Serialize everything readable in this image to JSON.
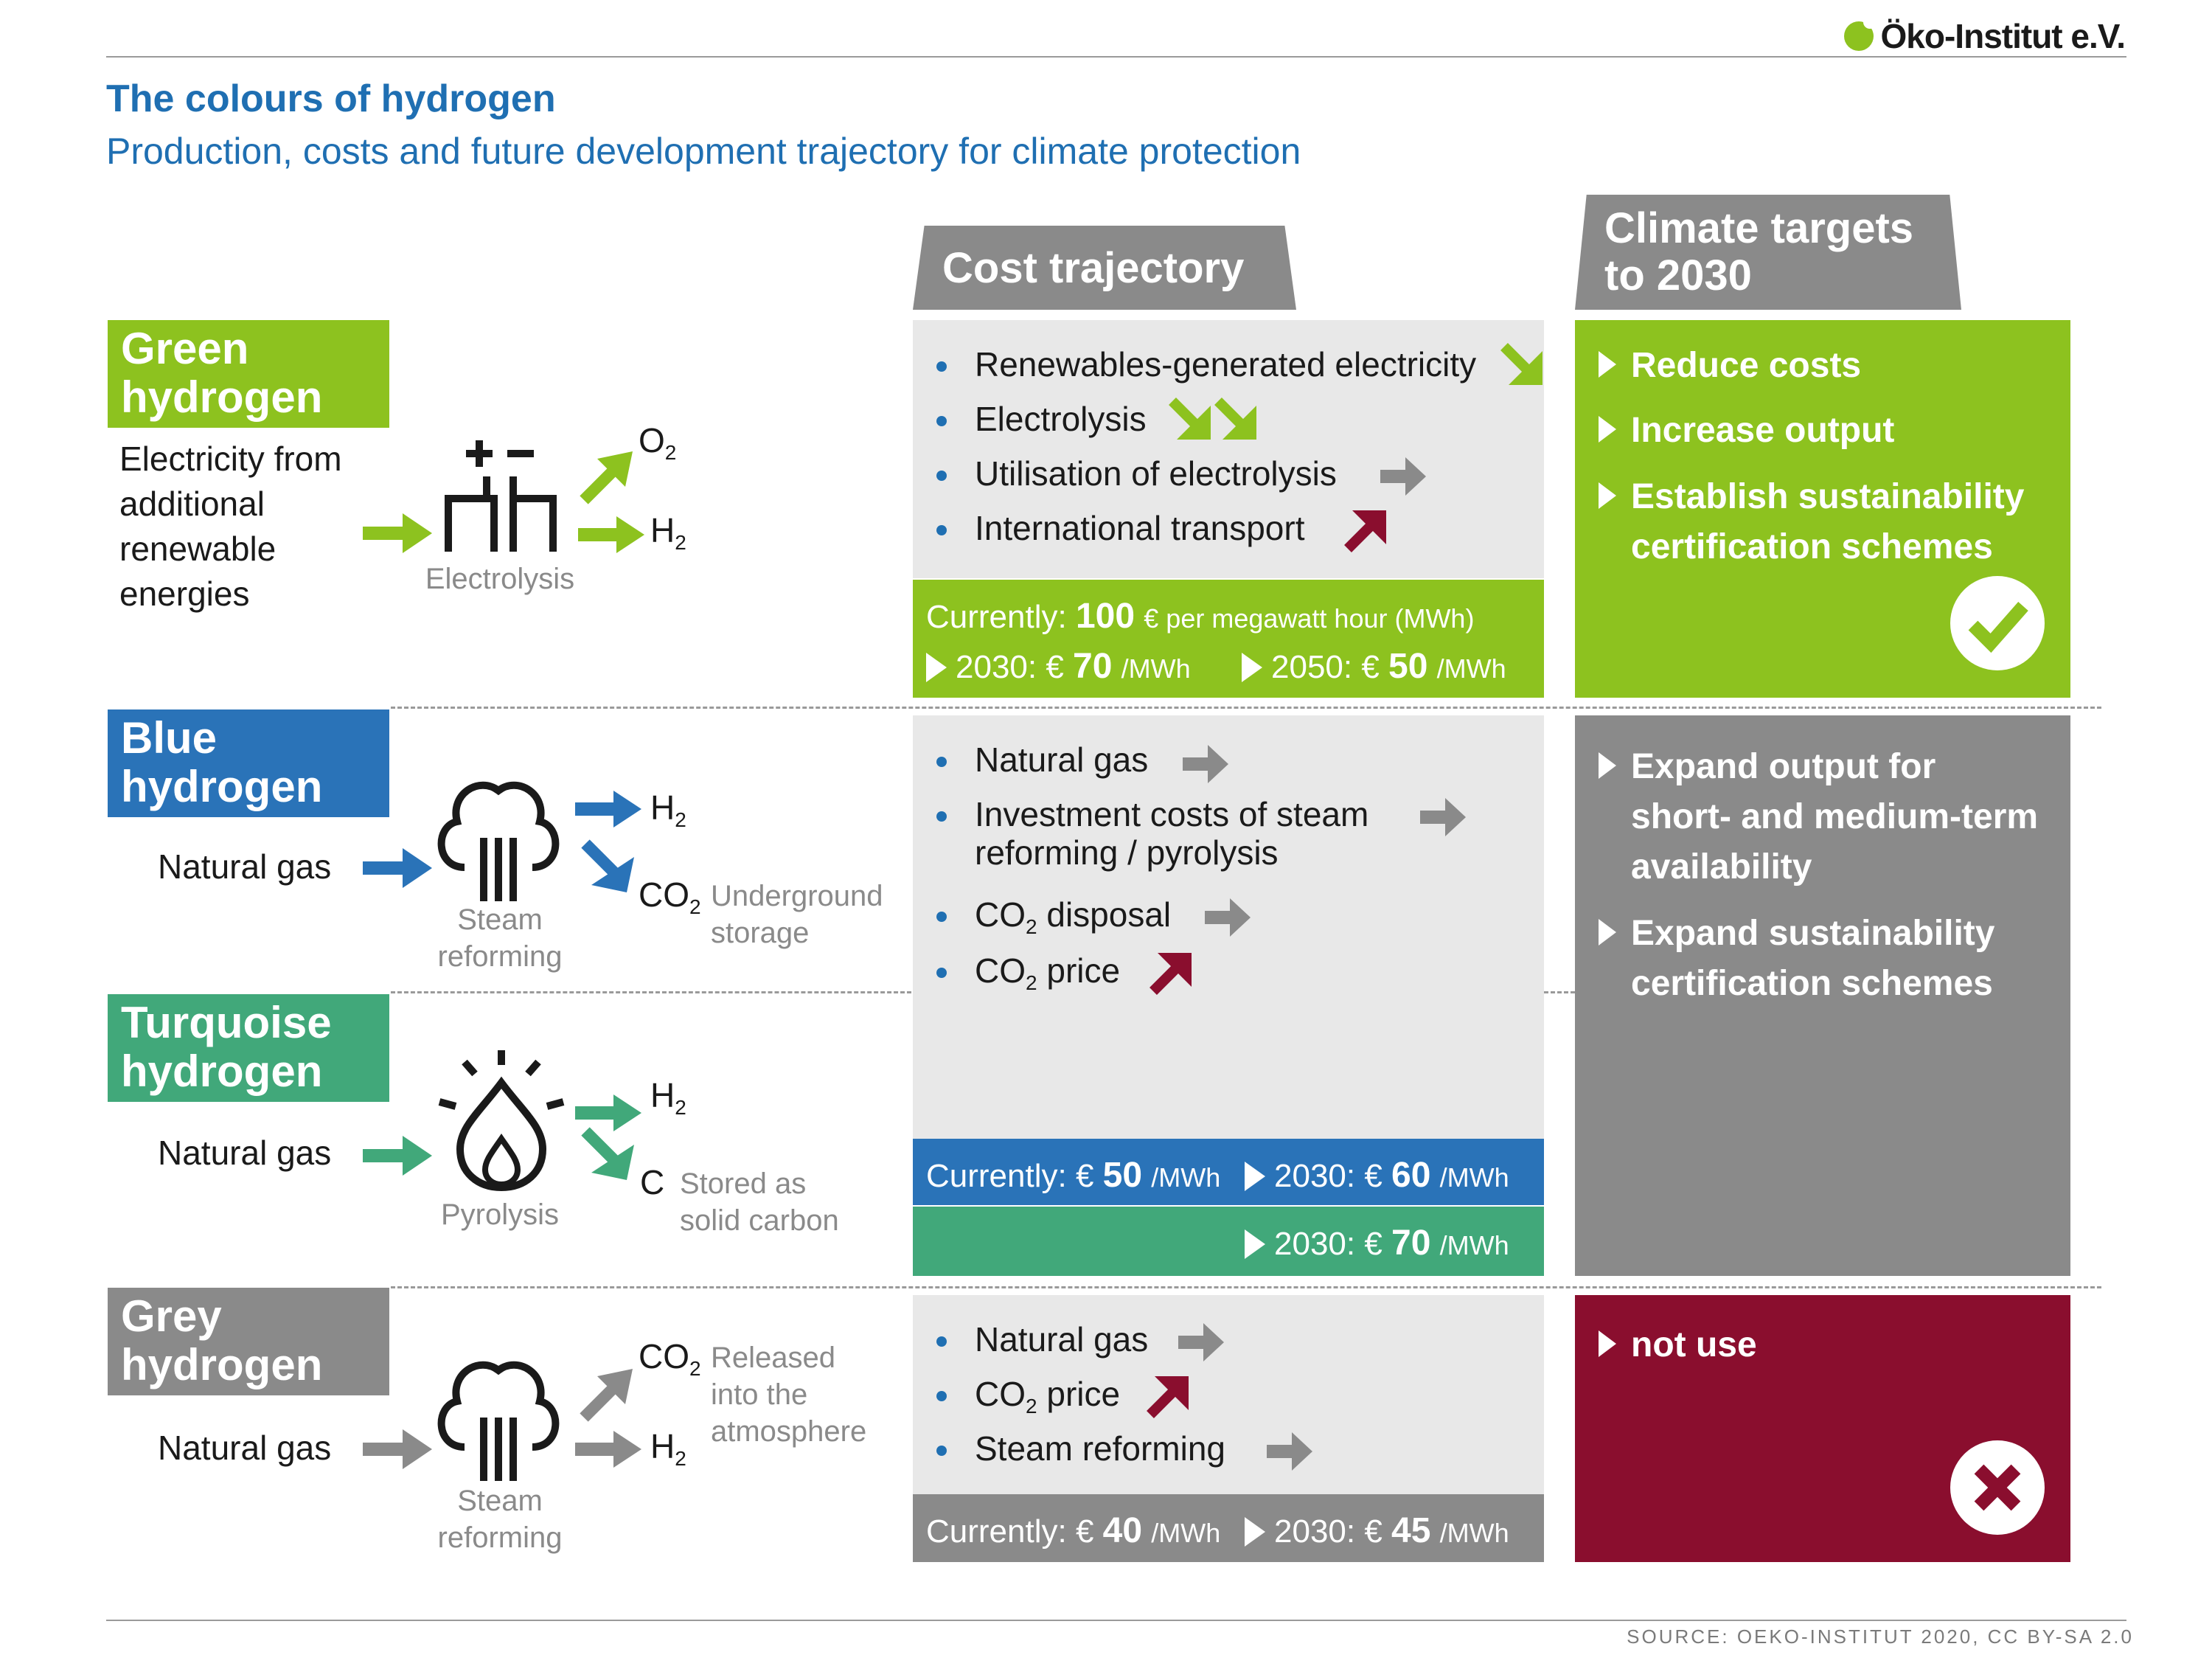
{
  "header": {
    "logo": "Öko-Institut e.V.",
    "title": "The colours of hydrogen",
    "subtitle": "Production, costs and future development trajectory for climate protection"
  },
  "columns": {
    "cost_header": "Cost trajectory",
    "climate_header_line1": "Climate targets",
    "climate_header_line2": "to 2030"
  },
  "rows": {
    "green": {
      "label1": "Green",
      "label2": "hydrogen",
      "color": "#8dc21f",
      "source_lines": [
        "Electricity from",
        "additional",
        "renewable",
        "energies"
      ],
      "process": "Electrolysis",
      "out1_base": "O",
      "out1_sub": "2",
      "out2_base": "H",
      "out2_sub": "2",
      "bullets": [
        "Renewables-generated electricity",
        "Electrolysis",
        "Utilisation of electrolysis",
        "International transport"
      ],
      "cost_current_prefix": "Currently:",
      "cost_current_value": "100",
      "cost_current_unit": "€ per megawatt hour (MWh)",
      "cost_2030_prefix": "2030: €",
      "cost_2030_value": "70",
      "cost_2030_unit": "/MWh",
      "cost_2050_prefix": "2050: €",
      "cost_2050_value": "50",
      "cost_2050_unit": "/MWh",
      "targets": [
        "Reduce costs",
        "Increase output",
        "Establish sustainability",
        "certification schemes"
      ]
    },
    "blue": {
      "label1": "Blue",
      "label2": "hydrogen",
      "color": "#2a73b8",
      "source": "Natural gas",
      "process1": "Steam",
      "process2": "reforming",
      "out1_base": "H",
      "out1_sub": "2",
      "out2_base": "CO",
      "out2_sub": "2",
      "note1": "Underground",
      "note2": "storage",
      "bullet1": "Natural gas",
      "bullet2a": "Investment costs of steam",
      "bullet2b": "reforming / pyrolysis",
      "bullet3_base": "CO",
      "bullet3_sub": "2",
      "bullet3_rest": " disposal",
      "bullet4_base": "CO",
      "bullet4_sub": "2",
      "bullet4_rest": " price",
      "cost_current_prefix": "Currently: €",
      "cost_current_value": "50",
      "cost_current_unit": "/MWh",
      "cost_2030_prefix": "2030: €",
      "cost_2030_value": "60",
      "cost_2030_unit": "/MWh",
      "targets": [
        "Expand output for",
        "short- and medium-term",
        "availability",
        "Expand sustainability",
        "certification schemes"
      ]
    },
    "turquoise": {
      "label1": "Turquoise",
      "label2": "hydrogen",
      "color": "#41a87a",
      "source": "Natural gas",
      "process": "Pyrolysis",
      "out1_base": "H",
      "out1_sub": "2",
      "out2": "C",
      "note1": "Stored as",
      "note2": "solid carbon",
      "cost_2030_prefix": "2030: €",
      "cost_2030_value": "70",
      "cost_2030_unit": "/MWh"
    },
    "grey": {
      "label1": "Grey",
      "label2": "hydrogen",
      "color": "#8a8a8a",
      "source": "Natural gas",
      "process1": "Steam",
      "process2": "reforming",
      "out1_base": "CO",
      "out1_sub": "2",
      "out2_base": "H",
      "out2_sub": "2",
      "note1": "Released",
      "note2": "into the",
      "note3": "atmosphere",
      "bullet1": "Natural gas",
      "bullet2_base": "CO",
      "bullet2_sub": "2",
      "bullet2_rest": " price",
      "bullet3": "Steam reforming",
      "cost_current_prefix": "Currently: €",
      "cost_current_value": "40",
      "cost_current_unit": "/MWh",
      "cost_2030_prefix": "2030: €",
      "cost_2030_value": "45",
      "cost_2030_unit": "/MWh",
      "target": "not use",
      "target_color": "#8a0e2e"
    }
  },
  "trend_colors": {
    "down": "#8dc21f",
    "flat": "#8a8a8a",
    "up": "#8a0e2e"
  },
  "source": "SOURCE: OEKO-INSTITUT 2020, CC BY-SA 2.0"
}
